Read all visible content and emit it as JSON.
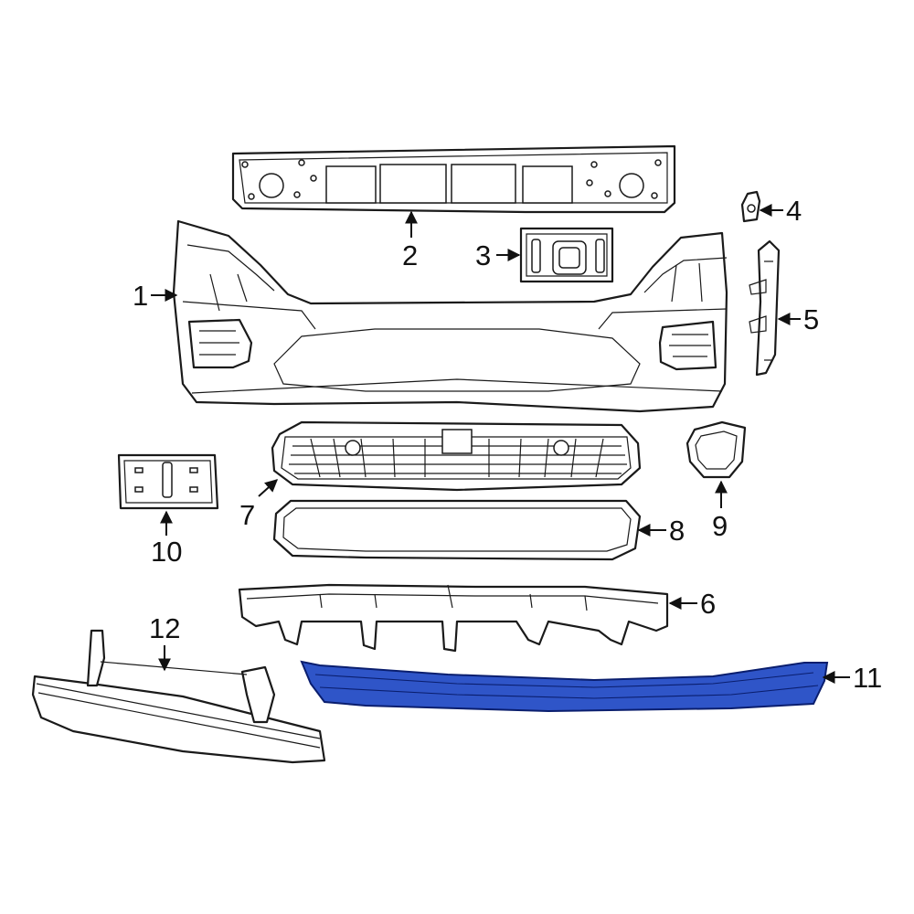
{
  "diagram": {
    "highlight_color": "#2f55c8",
    "callouts": [
      {
        "id": "c1",
        "label": "1"
      },
      {
        "id": "c2",
        "label": "2"
      },
      {
        "id": "c3",
        "label": "3"
      },
      {
        "id": "c4",
        "label": "4"
      },
      {
        "id": "c5",
        "label": "5"
      },
      {
        "id": "c6",
        "label": "6"
      },
      {
        "id": "c7",
        "label": "7"
      },
      {
        "id": "c8",
        "label": "8"
      },
      {
        "id": "c9",
        "label": "9"
      },
      {
        "id": "c10",
        "label": "10"
      },
      {
        "id": "c11",
        "label": "11"
      },
      {
        "id": "c12",
        "label": "12"
      }
    ]
  }
}
